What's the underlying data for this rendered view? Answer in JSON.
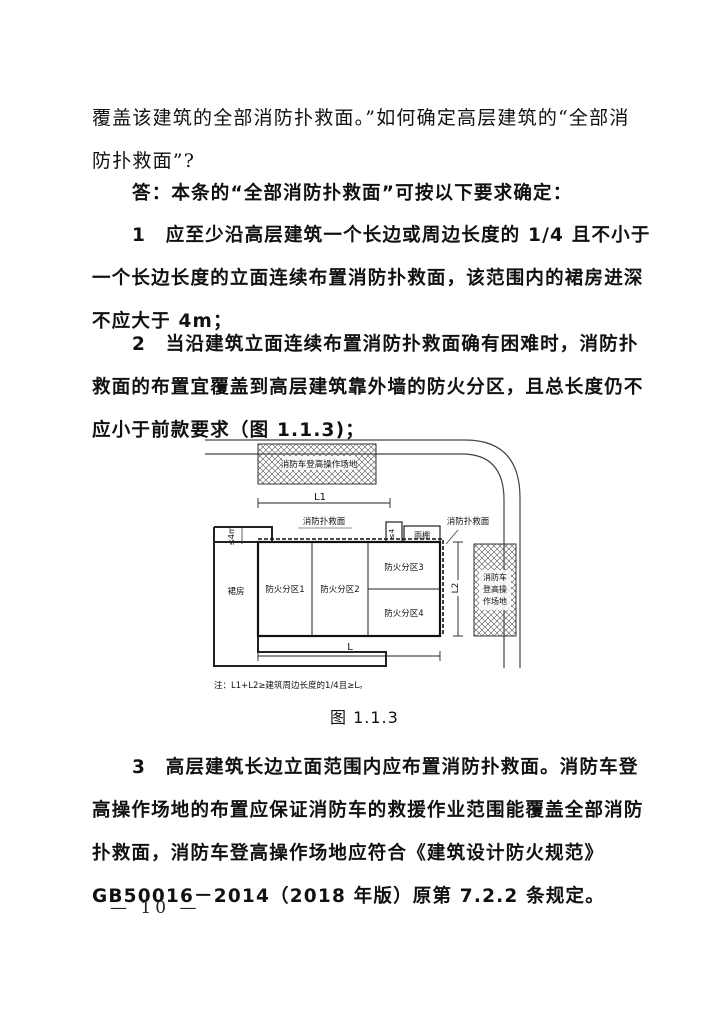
{
  "paragraphs": {
    "p1": [
      "覆盖该建筑的全部消防扑救面。”如何确定高层建筑的“全部消",
      "防扑救面”?"
    ],
    "p2": [
      "答：本条的“全部消防扑救面”可按以下要求确定："
    ],
    "p3": [
      "1　应至少沿高层建筑一个长边或周边长度的 1/4 且不小于",
      "一个长边长度的立面连续布置消防扑救面，该范围内的裙房进深",
      "不应大于 4m；"
    ],
    "p4": [
      "2　当沿建筑立面连续布置消防扑救面确有困难时，消防扑",
      "救面的布置宜覆盖到高层建筑靠外墙的防火分区，且总长度仍不",
      "应小于前款要求（图 1.1.3)；"
    ],
    "p5": [
      "3　高层建筑长边立面范围内应布置消防扑救面。消防车登",
      "高操作场地的布置应保证消防车的救援作业范围能覆盖全部消防",
      "扑救面，消防车登高操作场地应符合《建筑设计防火规范》",
      "GB50016－2014（2018 年版）原第 7.2.2 条规定。"
    ]
  },
  "figure": {
    "top_area_label": "消防车登高操作场地",
    "right_area_label": [
      "消防车",
      "登高操",
      "作场地"
    ],
    "l1_label": "L1",
    "l2_label": "L2",
    "l_label": "L",
    "rescue_face_top": "消防扑救面",
    "rescue_face_right": "消防扑救面",
    "canopy": "雨棚",
    "depth_left": "≤4m",
    "depth_small": "≤4",
    "podium": "裙房",
    "zone1": "防火分区1",
    "zone2": "防火分区2",
    "zone3": "防火分区3",
    "zone4": "防火分区4",
    "note": "注：L1+L2≥建筑周边长度的1/4且≥L。",
    "caption": "图 1.1.3"
  },
  "page_number": "— 10 —"
}
